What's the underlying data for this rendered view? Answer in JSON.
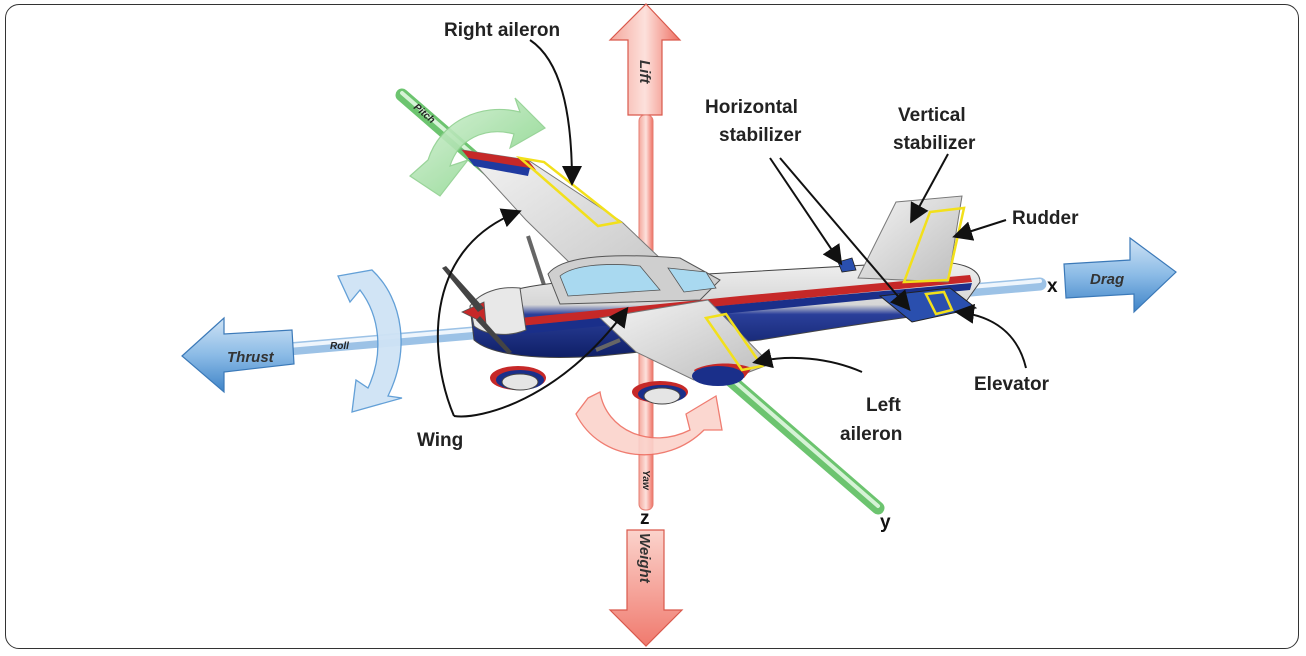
{
  "labels": {
    "right_aileron": "Right aileron",
    "horizontal_stabilizer_1": "Horizontal",
    "horizontal_stabilizer_2": "stabilizer",
    "vertical_stabilizer_1": "Vertical",
    "vertical_stabilizer_2": "stabilizer",
    "rudder": "Rudder",
    "elevator": "Elevator",
    "left_aileron_1": "Left",
    "left_aileron_2": "aileron",
    "wing": "Wing"
  },
  "forces": {
    "lift": "Lift",
    "weight": "Weight",
    "thrust": "Thrust",
    "drag": "Drag"
  },
  "axes": {
    "x": "x",
    "y": "y",
    "z": "z",
    "roll": "Roll",
    "pitch": "Pitch",
    "yaw": "Yaw"
  },
  "colors": {
    "lift_weight": "#f07a6e",
    "thrust_drag": "#5b9bd5",
    "pitch_axis": "#7dd17f",
    "control_surface_outline": "#f2e01b"
  }
}
